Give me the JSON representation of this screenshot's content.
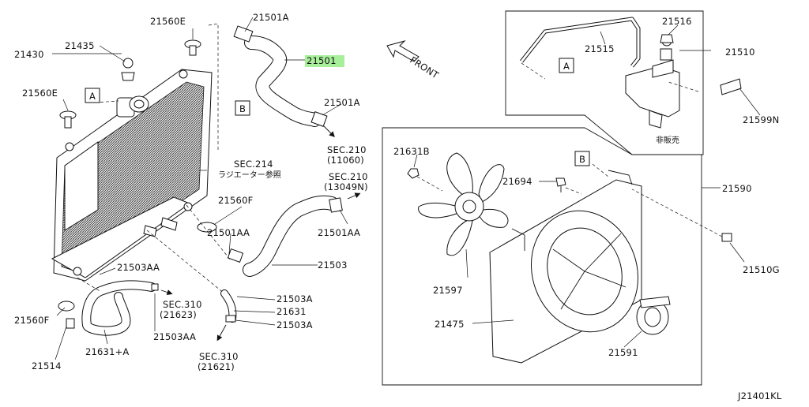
{
  "diagram_id": "J21401KL",
  "callouts": {
    "c21430": "21430",
    "c21435": "21435",
    "c21560E_top": "21560E",
    "c21560E_left": "21560E",
    "c21501A_top": "21501A",
    "c21501": "21501",
    "c21501A_right": "21501A",
    "c21560F_mid": "21560F",
    "c21501AA_mid": "21501AA",
    "c21501AA_right": "21501AA",
    "c21503": "21503",
    "c21503AA_top": "21503AA",
    "c21503AA_bot": "21503AA",
    "c21503A_top": "21503A",
    "c21503A_bot": "21503A",
    "c21631": "21631",
    "c21631A": "21631+A",
    "c21560F_bot": "21560F",
    "c21514": "21514",
    "c21516": "21516",
    "c21515": "21515",
    "c21510": "21510",
    "c21599N": "21599N",
    "c21631B": "21631B",
    "c21694": "21694",
    "c21590": "21590",
    "c21510G": "21510G",
    "c21597": "21597",
    "c21475": "21475",
    "c21591": "21591"
  },
  "refs": {
    "sec214": "SEC.214",
    "sec214_sub": "ラジエーター参照",
    "sec210_a": "SEC.210",
    "sec210_a_sub": "(11060)",
    "sec210_b": "SEC.210",
    "sec210_b_sub": "(13049N)",
    "sec310_a": "SEC.310",
    "sec310_a_sub": "(21623)",
    "sec310_b": "SEC.310",
    "sec310_b_sub": "(21621)",
    "front": "FRONT",
    "not_sold": "非販売"
  },
  "boxes": {
    "A": "A",
    "B": "B"
  },
  "highlight_color": "#a8ef9a"
}
